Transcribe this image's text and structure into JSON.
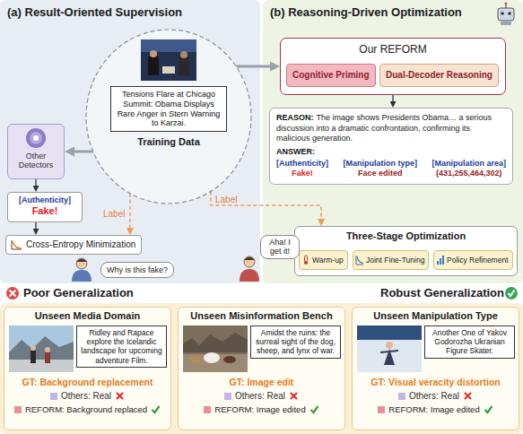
{
  "diagram": {
    "nodes": [
      {
        "text": [
          "(a) Result-Oriented Supervision"
        ]
      },
      {
        "text": [
          "Training Data"
        ],
        "in": 0
      },
      {
        "text": [
          "Tensions Flare at Chicago Summit: Obama Displays Rare Anger in Stern Warning to Karzai."
        ],
        "in": 1
      },
      {
        "text": [
          "Other Detectors"
        ],
        "in": 0
      },
      {
        "text": [
          "[Authenticity]",
          "Fake!"
        ],
        "in": 0
      },
      {
        "text": [
          "Cross-Entropy Minimization"
        ],
        "in": 0
      },
      {
        "text": [
          "Why is this fake?"
        ],
        "in": 0
      },
      {
        "text": [
          "(b) Reasoning-Driven Optimization"
        ]
      },
      {
        "text": [
          "Our REFORM"
        ],
        "in": 7
      },
      {
        "text": [
          "Cognitive Priming"
        ],
        "in": 8
      },
      {
        "text": [
          "Dual-Decoder Reasoning"
        ],
        "in": 8
      },
      {
        "text": [
          "REASON:",
          "The image shows Presidents Obama… a serious discussion into a dramatic confrontation, confirming its malicious generation.",
          "ANSWER:",
          "[Authenticity]",
          "Fake!",
          "[Manipulation type]",
          "Face edited",
          "[Manipulation area]",
          "(431,255,464,302)"
        ],
        "in": 7
      },
      {
        "text": [
          "Three-Stage Optimization"
        ],
        "in": 7
      },
      {
        "text": [
          "Warm-up"
        ],
        "in": 12
      },
      {
        "text": [
          "Joint Fine-Tuning"
        ],
        "in": 12
      },
      {
        "text": [
          "Policy Refinement"
        ],
        "in": 12
      },
      {
        "text": [
          "Aha! I get it!"
        ]
      },
      {
        "text": [
          "Unseen Media Domain",
          "GT: Background replacement",
          "Others: Real",
          "REFORM: Background replaced"
        ]
      },
      {
        "text": [
          "Ridley and Rapace explore the Icelandic landscape for upcoming adventure Film."
        ],
        "in": 17
      },
      {
        "text": [
          "Unseen Misinformation Bench",
          "GT: Image edit",
          "Others: Real",
          "REFORM: Image edited"
        ]
      },
      {
        "text": [
          "Amidst the ruins: the surreal sight of the dog, sheep, and lynx of war."
        ],
        "in": 19
      },
      {
        "text": [
          "Unseen Manipulation Type",
          "GT: Visual veracity distortion",
          "Others: Real",
          "REFORM: Image edited"
        ]
      },
      {
        "text": [
          "Another One of Yakov Godorozha Ukranian Figure Skater."
        ],
        "in": 21
      }
    ],
    "edges": [
      {
        "from": 1,
        "to": 3,
        "arrow": "to"
      },
      {
        "from": 3,
        "to": 4,
        "arrow": "to"
      },
      {
        "from": 4,
        "to": 5,
        "arrow": "to"
      },
      {
        "from": 1,
        "to": 5,
        "label": "Label",
        "arrow": "to"
      },
      {
        "from": 1,
        "to": 8,
        "arrow": "to"
      },
      {
        "from": 8,
        "to": 11,
        "arrow": "to"
      },
      {
        "from": 1,
        "to": 12,
        "label": "Label",
        "arrow": "to"
      }
    ],
    "labels": [
      "Poor Generalization",
      "Robust Generalization"
    ]
  }
}
